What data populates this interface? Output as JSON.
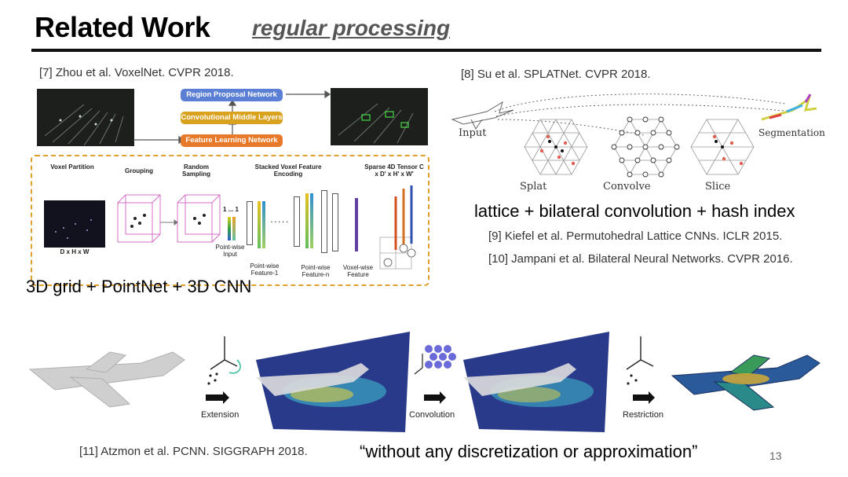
{
  "slide": {
    "title": "Related Work",
    "subtitle": "regular processing",
    "page_number": "13"
  },
  "voxelnet": {
    "reference": "[7] Zhou et al. VoxelNet. CVPR 2018.",
    "boxes": {
      "rpn": "Region Proposal Network",
      "cml": "Convolutional Middle Layers",
      "fln": "Feature Learning Network"
    },
    "labels": {
      "voxel_partition": "Voxel Partition",
      "grouping": "Grouping",
      "random_sampling": "Random Sampling",
      "stacked_voxel": "Stacked Voxel Feature Encoding",
      "sparse_tensor": "Sparse 4D Tensor C x D' x H' x W'",
      "dxhxw": "D x H x W",
      "pointwise_input": "Point-wise Input",
      "pointwise_feature1": "Point-wise Feature-1",
      "pointwise_featuren": "Point-wise Feature-n",
      "voxelwise_feature": "Voxel-wise Feature",
      "one_dots": "1 ... 1"
    },
    "caption": "3D grid + PointNet + 3D CNN",
    "colors": {
      "rpn": "#5b7fd4",
      "cml": "#d9a21e",
      "fln": "#e77a2a",
      "dash": "#e0a030"
    }
  },
  "splatnet": {
    "reference": "[8] Su et al. SPLATNet. CVPR 2018.",
    "stages": {
      "input": "Input",
      "splat": "Splat",
      "convolve": "Convolve",
      "slice": "Slice",
      "segmentation": "Segmentation"
    },
    "caption": "lattice + bilateral convolution + hash index",
    "refs": [
      "[9] Kiefel et al. Permutohedral Lattice CNNs. ICLR 2015.",
      "[10] Jampani et al. Bilateral Neural Networks. CVPR 2016."
    ]
  },
  "pcnn": {
    "labels": {
      "extension": "Extension",
      "convolution": "Convolution",
      "restriction": "Restriction"
    },
    "reference": "[11] Atzmon et al. PCNN. SIGGRAPH 2018.",
    "quote": "“without any discretization or approximation”"
  }
}
